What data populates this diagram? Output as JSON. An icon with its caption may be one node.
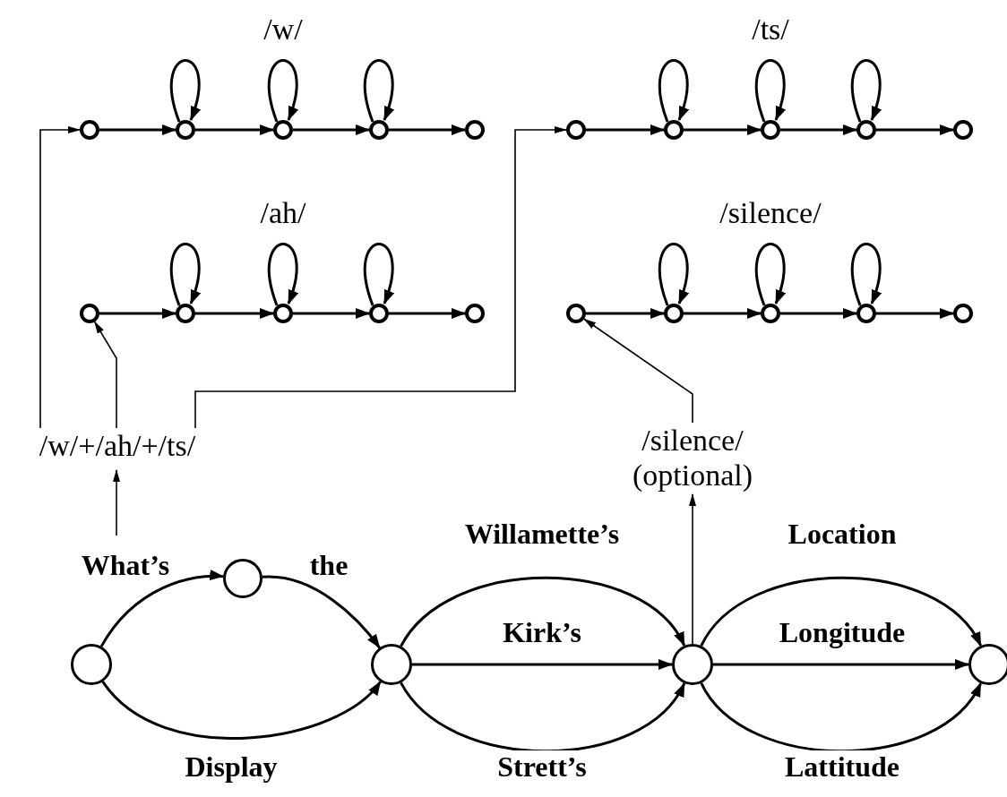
{
  "diagram": {
    "nodes": [
      {
        "text": [],
        "shape": "circle"
      },
      {
        "text": [],
        "shape": "circle"
      },
      {
        "text": [],
        "shape": "circle"
      },
      {
        "text": [],
        "shape": "circle"
      },
      {
        "text": [],
        "shape": "circle"
      },
      {
        "text": [],
        "shape": "circle"
      },
      {
        "text": [],
        "shape": "circle"
      },
      {
        "text": [],
        "shape": "circle"
      },
      {
        "text": [],
        "shape": "circle"
      },
      {
        "text": [],
        "shape": "circle"
      },
      {
        "text": [],
        "shape": "circle"
      },
      {
        "text": [],
        "shape": "circle"
      },
      {
        "text": [],
        "shape": "circle"
      },
      {
        "text": [],
        "shape": "circle"
      },
      {
        "text": [],
        "shape": "circle"
      },
      {
        "text": [],
        "shape": "circle"
      },
      {
        "text": [],
        "shape": "circle"
      },
      {
        "text": [],
        "shape": "circle"
      },
      {
        "text": [],
        "shape": "circle"
      },
      {
        "text": [],
        "shape": "circle"
      },
      {
        "text": [
          "/w/+/ah/+/ts/"
        ]
      },
      {
        "text": [
          "/silence/ (optional)"
        ]
      },
      {
        "text": [],
        "shape": "circle"
      },
      {
        "text": [],
        "shape": "circle"
      },
      {
        "text": [],
        "shape": "circle"
      },
      {
        "text": [],
        "shape": "circle"
      },
      {
        "text": [],
        "shape": "circle"
      }
    ],
    "edges": [
      {
        "from": 0,
        "to": 1,
        "arrow": "to"
      },
      {
        "from": 1,
        "to": 2,
        "arrow": "to"
      },
      {
        "from": 2,
        "to": 3,
        "arrow": "to"
      },
      {
        "from": 3,
        "to": 4,
        "arrow": "to"
      },
      {
        "from": 1,
        "to": 1,
        "arrow": "to"
      },
      {
        "from": 2,
        "to": 2,
        "arrow": "to"
      },
      {
        "from": 3,
        "to": 3,
        "arrow": "to"
      },
      {
        "from": 5,
        "to": 6,
        "arrow": "to"
      },
      {
        "from": 6,
        "to": 7,
        "arrow": "to"
      },
      {
        "from": 7,
        "to": 8,
        "arrow": "to"
      },
      {
        "from": 8,
        "to": 9,
        "arrow": "to"
      },
      {
        "from": 6,
        "to": 6,
        "arrow": "to"
      },
      {
        "from": 7,
        "to": 7,
        "arrow": "to"
      },
      {
        "from": 8,
        "to": 8,
        "arrow": "to"
      },
      {
        "from": 10,
        "to": 11,
        "arrow": "to"
      },
      {
        "from": 11,
        "to": 12,
        "arrow": "to"
      },
      {
        "from": 12,
        "to": 13,
        "arrow": "to"
      },
      {
        "from": 13,
        "to": 14,
        "arrow": "to"
      },
      {
        "from": 11,
        "to": 11,
        "arrow": "to"
      },
      {
        "from": 12,
        "to": 12,
        "arrow": "to"
      },
      {
        "from": 13,
        "to": 13,
        "arrow": "to"
      },
      {
        "from": 15,
        "to": 16,
        "arrow": "to"
      },
      {
        "from": 16,
        "to": 17,
        "arrow": "to"
      },
      {
        "from": 17,
        "to": 18,
        "arrow": "to"
      },
      {
        "from": 18,
        "to": 19,
        "arrow": "to"
      },
      {
        "from": 16,
        "to": 16,
        "arrow": "to"
      },
      {
        "from": 17,
        "to": 17,
        "arrow": "to"
      },
      {
        "from": 18,
        "to": 18,
        "arrow": "to"
      },
      {
        "from": 20,
        "to": 0,
        "arrow": "to"
      },
      {
        "from": 20,
        "to": 10,
        "arrow": "to"
      },
      {
        "from": 20,
        "to": 5,
        "arrow": "to"
      },
      {
        "from": null,
        "to": 20,
        "arrow": "to"
      },
      {
        "from": 25,
        "to": 21,
        "arrow": "to"
      },
      {
        "from": 21,
        "to": 15,
        "arrow": "to"
      },
      {
        "from": 22,
        "to": 23,
        "arrow": "to",
        "label": "What’s"
      },
      {
        "from": 23,
        "to": 24,
        "arrow": "to",
        "label": "the"
      },
      {
        "from": 22,
        "to": 24,
        "arrow": "to",
        "label": "Display"
      },
      {
        "from": 24,
        "to": 25,
        "arrow": "to",
        "label": "Willamette’s"
      },
      {
        "from": 24,
        "to": 25,
        "arrow": "to",
        "label": "Kirk’s"
      },
      {
        "from": 24,
        "to": 25,
        "arrow": "to",
        "label": "Strett’s"
      },
      {
        "from": 25,
        "to": 26,
        "arrow": "to",
        "label": "Location"
      },
      {
        "from": 25,
        "to": 26,
        "arrow": "to",
        "label": "Longitude"
      },
      {
        "from": 25,
        "to": 26,
        "arrow": "to",
        "label": "Lattitude"
      }
    ],
    "labels": [
      "/w/",
      "/ts/",
      "/ah/",
      "/silence/"
    ]
  }
}
